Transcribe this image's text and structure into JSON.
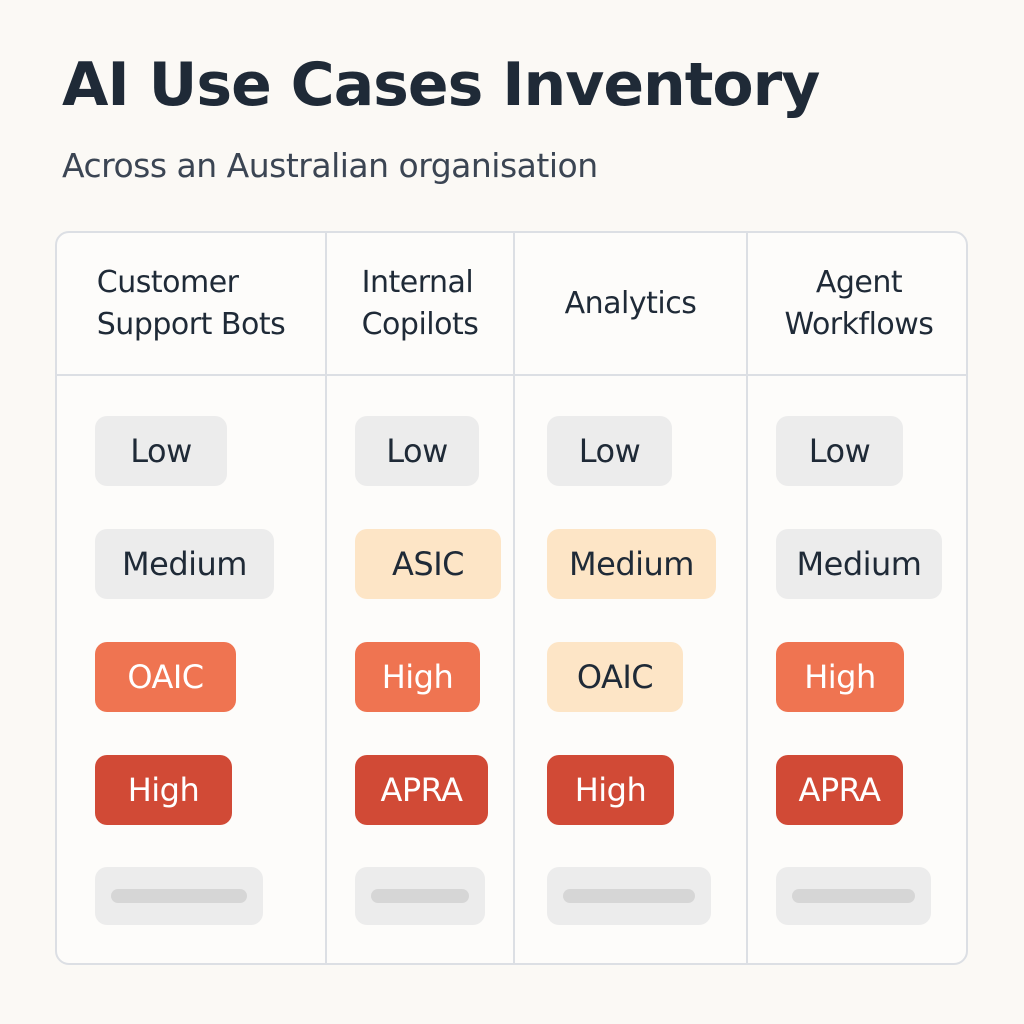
{
  "header": {
    "title": "AI Use Cases Inventory",
    "subtitle": "Across an Australian organisation"
  },
  "columns": [
    {
      "title_lines": [
        "Customer",
        "Support Bots"
      ],
      "tags": [
        {
          "label": "Low",
          "color": "#ececec"
        },
        {
          "label": "Medium",
          "color": "#ececec"
        },
        {
          "label": "OAIC",
          "color": "#ef7451"
        },
        {
          "label": "High",
          "color": "#d14a36"
        }
      ]
    },
    {
      "title_lines": [
        "Internal",
        "Copilots"
      ],
      "tags": [
        {
          "label": "Low",
          "color": "#ececec"
        },
        {
          "label": "ASIC",
          "color": "#fde5c6"
        },
        {
          "label": "High",
          "color": "#ef7451"
        },
        {
          "label": "APRA",
          "color": "#d14a36"
        }
      ]
    },
    {
      "title_lines": [
        "Analytics"
      ],
      "tags": [
        {
          "label": "Low",
          "color": "#ececec"
        },
        {
          "label": "Medium",
          "color": "#fde5c6"
        },
        {
          "label": "OAIC",
          "color": "#fde5c6"
        },
        {
          "label": "High",
          "color": "#d14a36"
        }
      ]
    },
    {
      "title_lines": [
        "Agent",
        "Workflows"
      ],
      "tags": [
        {
          "label": "Low",
          "color": "#ececec"
        },
        {
          "label": "Medium",
          "color": "#ececec"
        },
        {
          "label": "High",
          "color": "#ef7451"
        },
        {
          "label": "APRA",
          "color": "#d14a36"
        }
      ]
    }
  ]
}
